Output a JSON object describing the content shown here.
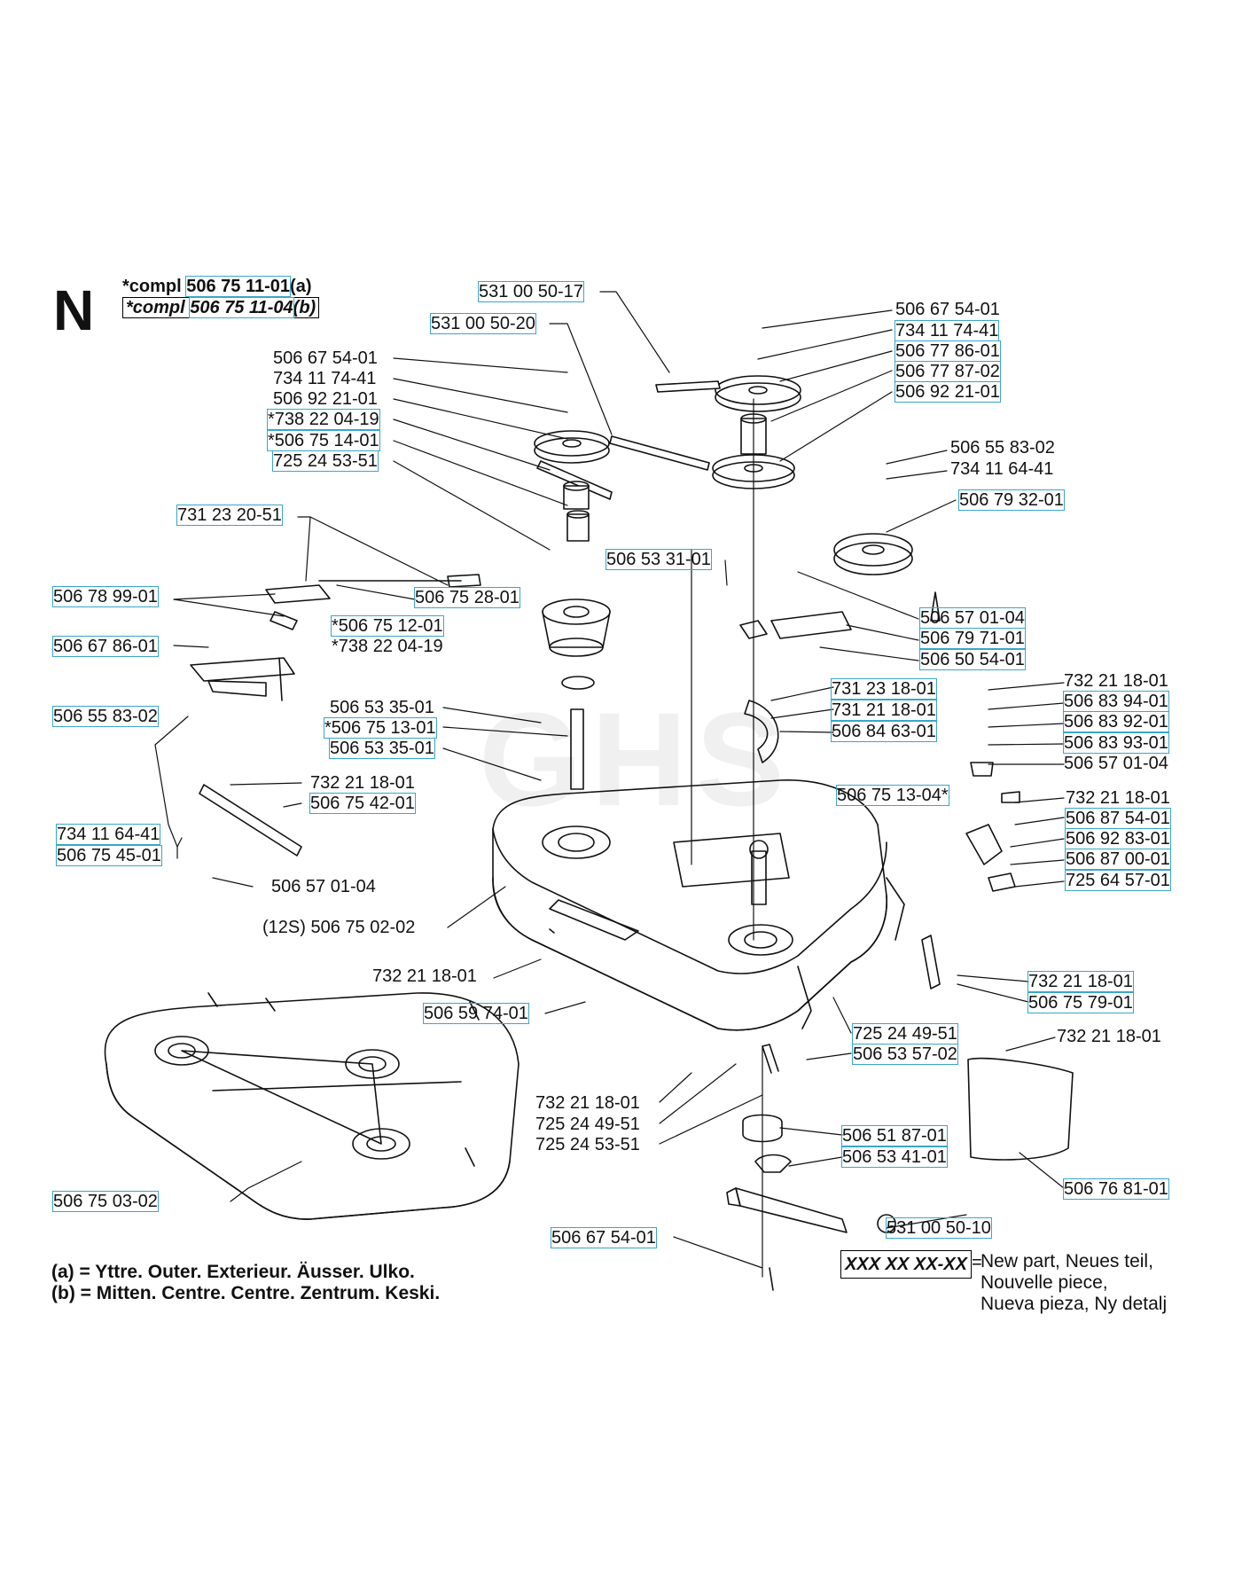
{
  "section_letter": "N",
  "assemblies": [
    {
      "prefix": "*compl ",
      "code": "506 75 11-01",
      "suffix": "(a)"
    },
    {
      "prefix": "*compl ",
      "code": "506 75 11-04",
      "suffix": "(b)"
    }
  ],
  "legend": [
    "(a) =  Yttre. Outer. Exterieur. Äusser. Ulko.",
    "(b) =  Mitten. Centre. Centre. Zentrum. Keski."
  ],
  "new_part": {
    "code": "XXX XX XX-XX",
    "eq": "=",
    "lines": [
      "New part, Neues teil,",
      "Nouvelle piece,",
      "Nueva pieza, Ny detalj"
    ]
  },
  "watermark": "GHS",
  "part_labels": [
    "531 00 50-17",
    "531 00 50-20",
    "506 67 54-01",
    "734 11 74-41",
    "506 77 86-01",
    "506 77 87-02",
    "506 92 21-01",
    "506 67 54-01",
    "734 11 74-41",
    "506 92 21-01",
    "*738 22 04-19",
    "*506 75 14-01",
    "725 24 53-51",
    "506 55 83-02",
    "734 11 64-41",
    "506 79 32-01",
    "731 23 20-51",
    "506 53 31-01",
    "506 78 99-01",
    "506 75 28-01",
    "*506 75 12-01",
    "*738 22 04-19",
    "506 57 01-04",
    "506 79 71-01",
    "506 50 54-01",
    "506 67 86-01",
    "506 53 35-01",
    "*506 75 13-01",
    "506 53 35-01",
    "731 23 18-01",
    "731 21 18-01",
    "506 84 63-01",
    "732 21 18-01",
    "506 83 94-01",
    "506 83 92-01",
    "506 83 93-01",
    "506 57 01-04",
    "506 55 83-02",
    "732 21 18-01",
    "506 75 42-01",
    "734 11 64-41",
    "506 75 45-01",
    "506 57 01-04",
    "506 75 13-04*",
    "732 21 18-01",
    "506 87 54-01",
    "506 92 83-01",
    "506 87 00-01",
    "725 64 57-01",
    "(12S) 506 75 02-02",
    "732 21 18-01",
    "732 21 18-01",
    "506 75 79-01",
    "506 59 74-01",
    "725 24 49-51",
    "506 53 57-02",
    "732 21 18-01",
    "732 21 18-01",
    "725 24 49-51",
    "725 24 53-51",
    "506 51 87-01",
    "506 53 41-01",
    "506 76 81-01",
    "506 75 03-02",
    "506 67 54-01",
    "531 00 50-10"
  ]
}
